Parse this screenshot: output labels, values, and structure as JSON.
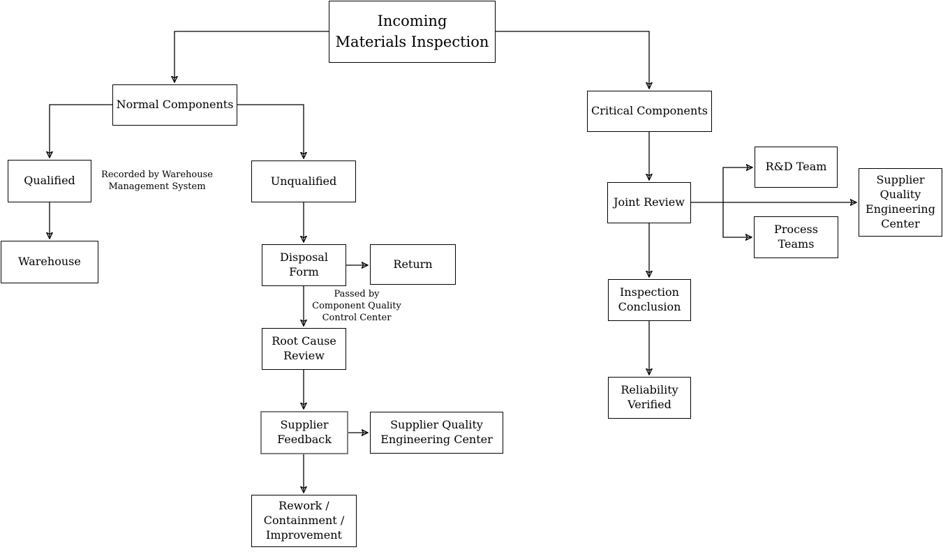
{
  "diagram": {
    "background_color": "#ffffff",
    "line_color": "#000000",
    "text_color": "#000000",
    "node_border_color": "#000000",
    "highlighted_node_border_color": "#7f7f7f",
    "nodes": {
      "incoming_materials_inspection": {
        "label": "Incoming\nMaterials Inspection"
      },
      "normal_components": {
        "label": "Normal Components"
      },
      "critical_components": {
        "label": "Critical Components"
      },
      "qualified": {
        "label": "Qualified"
      },
      "unqualified": {
        "label": "Unqualified"
      },
      "warehouse": {
        "label": "Warehouse"
      },
      "disposal_form": {
        "label": "Disposal\nForm"
      },
      "return": {
        "label": "Return"
      },
      "root_cause_review": {
        "label": "Root Cause\nReview"
      },
      "supplier_feedback": {
        "label": "Supplier\nFeedback"
      },
      "supplier_quality_engineering_center": {
        "label": "Supplier Quality\nEngineering Center"
      },
      "rework_containment_improvement": {
        "label": "Rework /\nContainment /\nImprovement"
      },
      "joint_review": {
        "label": "Joint Review"
      },
      "rd_team": {
        "label": "R&D Team"
      },
      "process_teams": {
        "label": "Process\nTeams"
      },
      "supplier_quality_engineering_center_right": {
        "label": "Supplier\nQuality\nEngineering\nCenter"
      },
      "inspection_conclusion": {
        "label": "Inspection\nConclusion"
      },
      "reliability_verified": {
        "label": "Reliability\nVerified"
      }
    },
    "annotations": {
      "warehouse_note": "Recorded by Warehouse\nManagement System",
      "quality_note": "Passed by\nComponent Quality\nControl Center"
    },
    "edges": [
      {
        "from": "incoming_materials_inspection",
        "to": "normal_components"
      },
      {
        "from": "incoming_materials_inspection",
        "to": "critical_components"
      },
      {
        "from": "normal_components",
        "to": "qualified"
      },
      {
        "from": "normal_components",
        "to": "unqualified"
      },
      {
        "from": "qualified",
        "to": "warehouse"
      },
      {
        "from": "unqualified",
        "to": "disposal_form"
      },
      {
        "from": "disposal_form",
        "to": "return"
      },
      {
        "from": "disposal_form",
        "to": "root_cause_review"
      },
      {
        "from": "root_cause_review",
        "to": "supplier_feedback"
      },
      {
        "from": "supplier_feedback",
        "to": "supplier_quality_engineering_center"
      },
      {
        "from": "supplier_feedback",
        "to": "rework_containment_improvement"
      },
      {
        "from": "critical_components",
        "to": "joint_review"
      },
      {
        "from": "joint_review",
        "to": "rd_team"
      },
      {
        "from": "joint_review",
        "to": "process_teams"
      },
      {
        "from": "joint_review",
        "to": "supplier_quality_engineering_center_right"
      },
      {
        "from": "joint_review",
        "to": "inspection_conclusion"
      },
      {
        "from": "inspection_conclusion",
        "to": "reliability_verified"
      }
    ]
  }
}
